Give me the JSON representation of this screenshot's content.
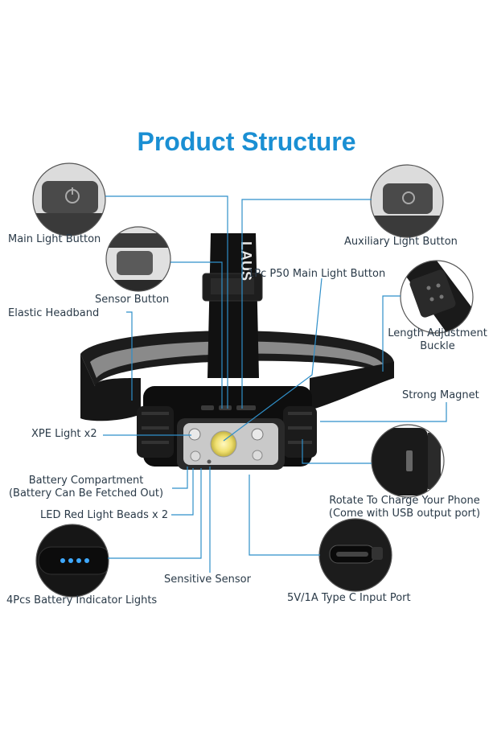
{
  "title": "Product Structure",
  "colors": {
    "accent": "#1a8fd3",
    "leader": "#2f8fc9",
    "text": "#2a3a48",
    "battery_led": "#3fa9ff"
  },
  "labels": {
    "main_light_button": "Main Light Button",
    "auxiliary_light_button": "Auxiliary Light Button",
    "sensor_button": "Sensor Button",
    "p50_main_light_button": "1Pc P50 Main Light Button",
    "elastic_headband": "Elastic Headband",
    "length_adjustment_buckle_1": "Length Adjustment",
    "length_adjustment_buckle_2": "Buckle",
    "strong_magnet": "Strong Magnet",
    "xpe_light": "XPE Light x2",
    "battery_compartment_1": "Battery Compartment",
    "battery_compartment_2": "(Battery Can Be Fetched Out)",
    "led_red_light_beads": "LED Red Light Beads x 2",
    "rotate_to_charge_1": "Rotate To Charge Your Phone",
    "rotate_to_charge_2": "(Come with USB output port)",
    "sensitive_sensor": "Sensitive Sensor",
    "battery_indicator_lights": "4Pcs Battery Indicator Lights",
    "type_c_input_port": "5V/1A Type C Input Port"
  },
  "headband_text": "LAUS"
}
